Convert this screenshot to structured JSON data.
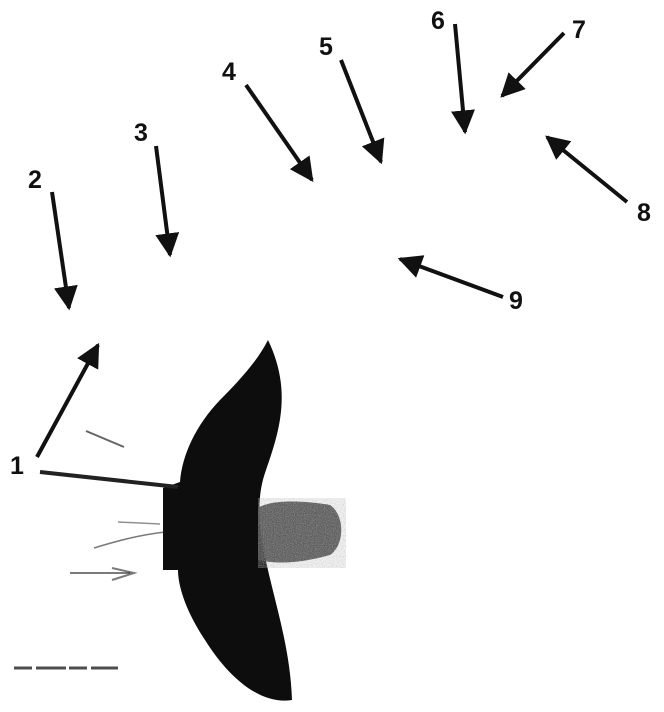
{
  "image": {
    "subject": "dark blade-shaped specimen with marker arrows",
    "background_color": "#ffffff",
    "ink_color": "#111111"
  },
  "labels": [
    {
      "id": "label-1",
      "text": "1"
    },
    {
      "id": "label-2",
      "text": "2"
    },
    {
      "id": "label-3",
      "text": "3"
    },
    {
      "id": "label-4",
      "text": "4"
    },
    {
      "id": "label-5",
      "text": "5"
    },
    {
      "id": "label-6",
      "text": "6"
    },
    {
      "id": "label-7",
      "text": "7"
    },
    {
      "id": "label-8",
      "text": "8"
    },
    {
      "id": "label-9",
      "text": "9"
    }
  ]
}
